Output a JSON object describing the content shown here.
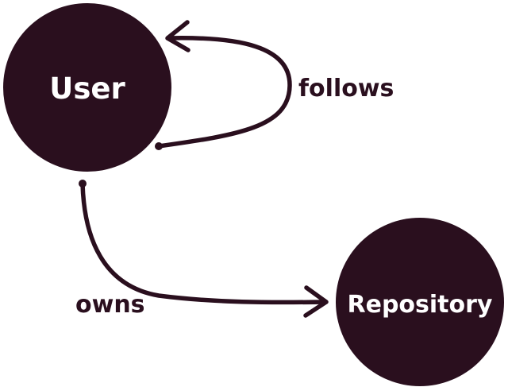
{
  "colors": {
    "node_fill": "#2a0f1e",
    "edge": "#2a0f1e",
    "label_text": "#2a0f1e",
    "node_text": "#ffffff"
  },
  "nodes": {
    "user": {
      "label": "User"
    },
    "repository": {
      "label": "Repository"
    }
  },
  "edges": {
    "follows": {
      "label": "follows",
      "from": "User",
      "to": "User"
    },
    "owns": {
      "label": "owns",
      "from": "User",
      "to": "Repository"
    }
  }
}
